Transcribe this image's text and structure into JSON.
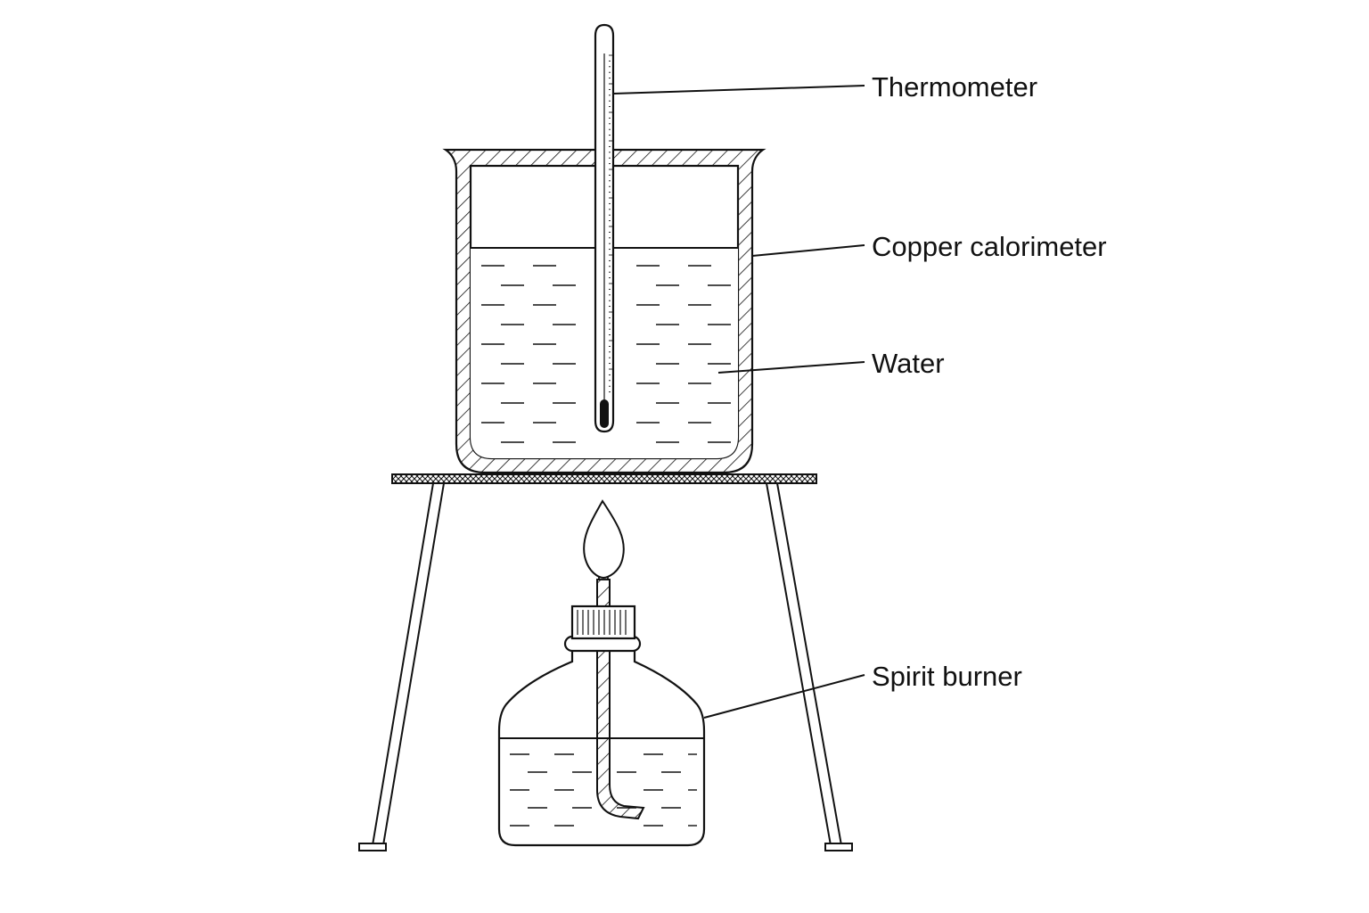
{
  "labels": {
    "thermometer": "Thermometer",
    "calorimeter": "Copper calorimeter",
    "water": "Water",
    "burner": "Spirit burner"
  },
  "colors": {
    "ink": "#111111",
    "background": "#ffffff"
  }
}
